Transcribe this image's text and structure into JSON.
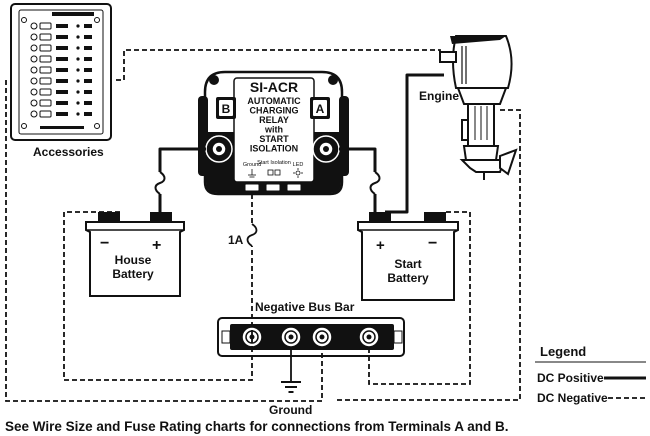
{
  "relay": {
    "title": "SI-ACR",
    "subtitle_lines": [
      "AUTOMATIC",
      "CHARGING",
      "RELAY",
      "with",
      "START",
      "ISOLATION"
    ],
    "terminal_b": "B",
    "terminal_a": "A",
    "indicators": [
      "Ground",
      "Start Isolation",
      "LED"
    ]
  },
  "components": {
    "accessories": "Accessories",
    "engine": "Engine",
    "house_battery": [
      "House",
      "Battery"
    ],
    "start_battery": [
      "Start",
      "Battery"
    ],
    "bus_bar": "Negative Bus Bar",
    "fuse": "1A",
    "ground": "Ground"
  },
  "legend": {
    "title": "Legend",
    "positive": "DC Positive",
    "negative": "DC Negative"
  },
  "caption": "See Wire Size and Fuse Rating charts for connections from Terminals A and B."
}
